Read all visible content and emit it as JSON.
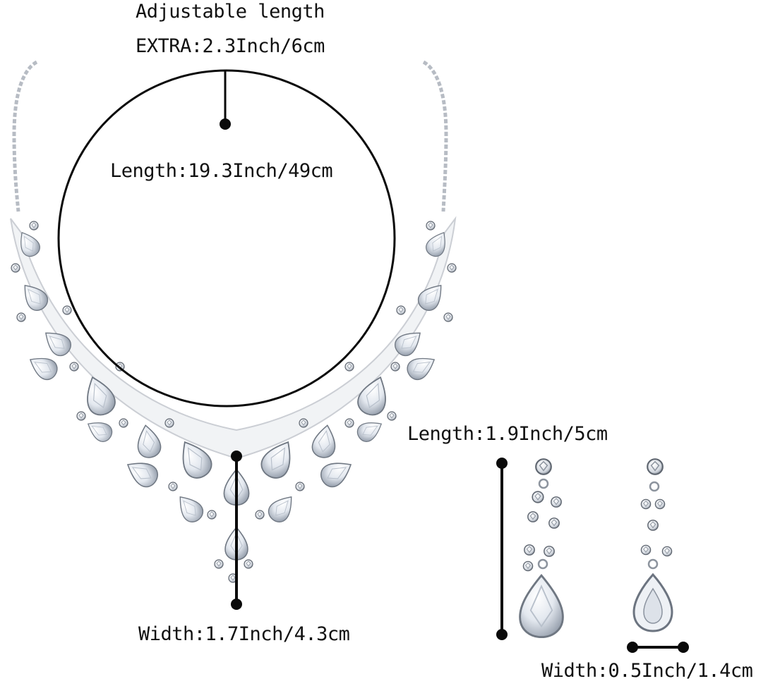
{
  "product": {
    "type": "necklace and earrings jewelry set",
    "finish": "silver-tone with clear crystal teardrop stones",
    "colors": {
      "background": "#ffffff",
      "marker": "#0a0a0a",
      "metal": "#c9ccd2",
      "crystal": "#eef2f7",
      "crystal_shadow": "#9aa3b0"
    }
  },
  "annotations": {
    "adjustable": {
      "title": "Adjustable length",
      "extra": "EXTRA:2.3Inch/6cm"
    },
    "necklace": {
      "length": "Length:19.3Inch/49cm",
      "width": "Width:1.7Inch/4.3cm"
    },
    "earrings": {
      "length": "Length:1.9Inch/5cm",
      "width": "Width:0.5Inch/1.4cm"
    }
  }
}
